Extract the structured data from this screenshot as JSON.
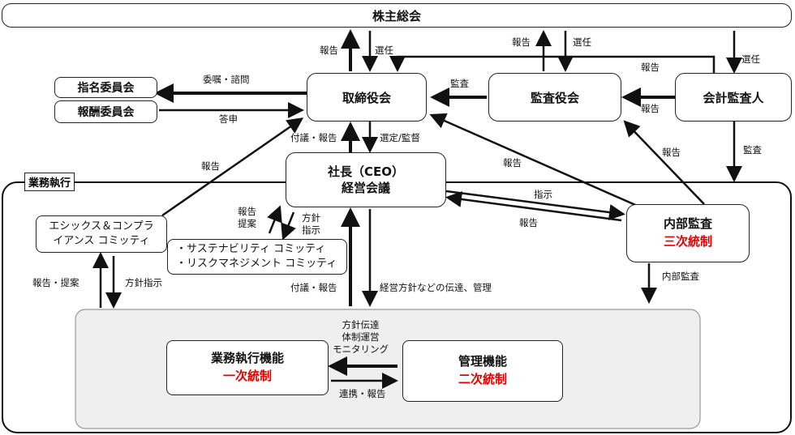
{
  "nodes": {
    "shareholders": "株主総会",
    "nomination": "指名委員会",
    "remuneration": "報酬委員会",
    "board": "取締役会",
    "audit_board": "監査役会",
    "auditor": "会計監査人",
    "ceo_line1": "社長（CEO）",
    "ceo_line2": "経営会議",
    "ethics_line1": "エシックス＆コンプラ",
    "ethics_line2": "イアンス コミッティ",
    "sustain_line1": "・サステナビリティ コミッティ",
    "sustain_line2": "・リスクマネジメント コミッティ",
    "internal_audit": "内部監査",
    "internal_audit_sub": "三次統制",
    "business_exec": "業務執行機能",
    "business_exec_sub": "一次統制",
    "management": "管理機能",
    "management_sub": "二次統制",
    "exec_area_tab": "業務執行"
  },
  "labels": {
    "report_up": "報告",
    "elect_down": "選任",
    "report_audit_up": "報告",
    "elect_audit_down": "選任",
    "report_auditor_board": "報告",
    "elect_auditor": "選任",
    "commission": "委嘱・諮問",
    "reply": "答申",
    "audit": "監査",
    "report_auditor": "報告",
    "agenda_report": "付議・報告",
    "elect_supervise": "選定/監督",
    "report_ethics": "報告",
    "report_internal_board": "報告",
    "report_internal_audit": "報告",
    "audit_down": "監査",
    "instruct": "指示",
    "report_internal_ceo": "報告",
    "report_proposal": "報告\n提案",
    "policy_instruct": "方針\n指示",
    "report_proposal2": "報告・提案",
    "policy_instruct2": "方針指示",
    "agenda_report2": "付議・報告",
    "policy_comm": "経営方針などの伝達、管理",
    "internal_audit_down": "内部監査",
    "monitoring": "方針伝達\n体制運営\nモニタリング",
    "coop_report": "連携・報告"
  },
  "colors": {
    "accent_red": "#e00000",
    "line": "#111111",
    "gray_area": "#efefef"
  }
}
